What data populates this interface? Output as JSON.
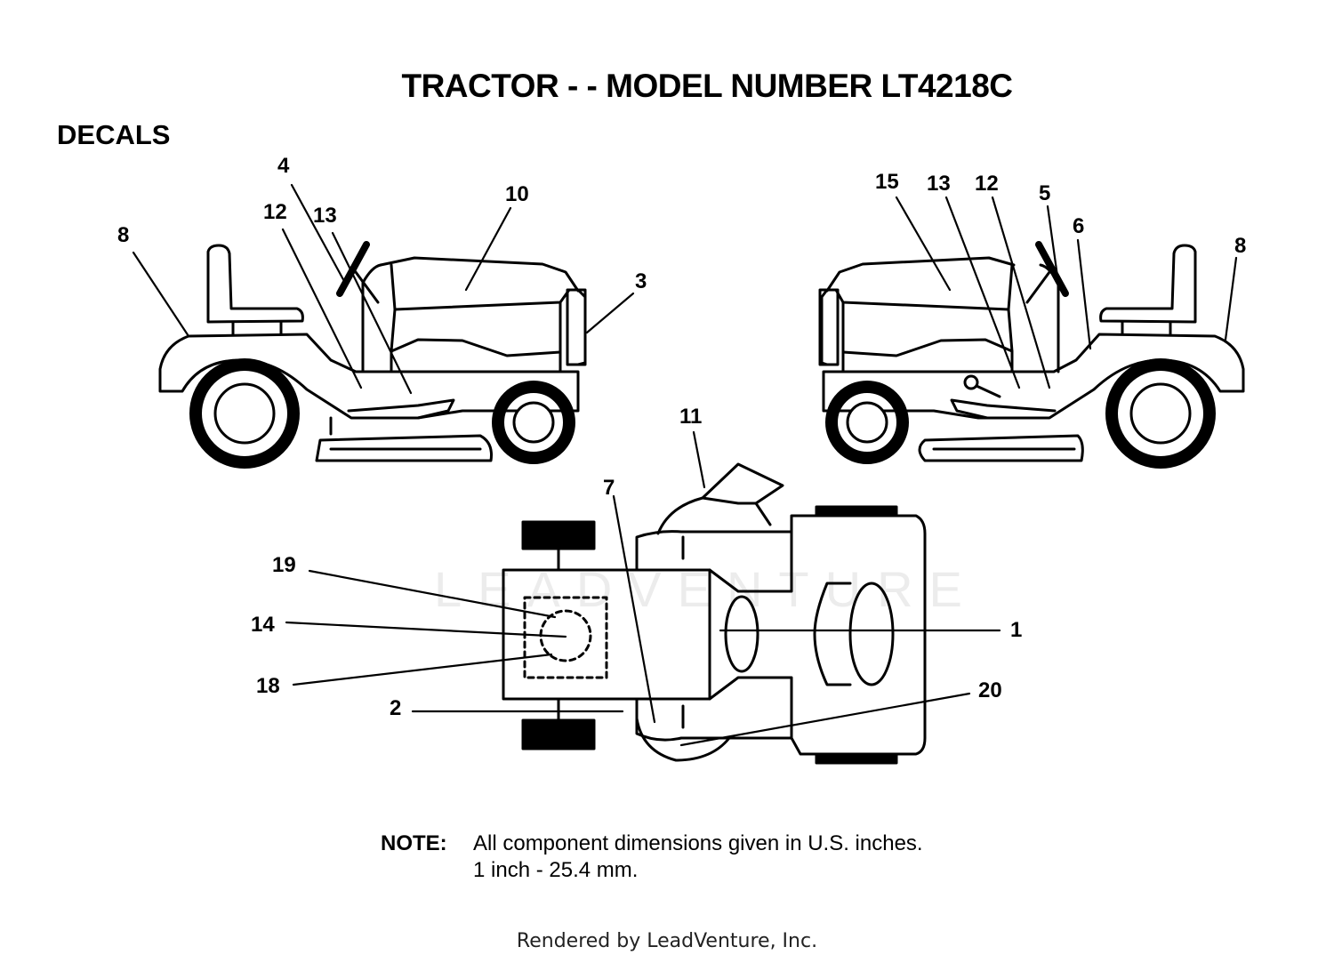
{
  "title": "TRACTOR - - MODEL NUMBER LT4218C",
  "section": "DECALS",
  "callouts": {
    "left": [
      "8",
      "12",
      "4",
      "13",
      "10",
      "3"
    ],
    "right": [
      "15",
      "13",
      "12",
      "5",
      "6",
      "8"
    ],
    "top": [
      "11",
      "7",
      "19",
      "14",
      "18",
      "2",
      "1",
      "20"
    ]
  },
  "note": {
    "label": "NOTE:",
    "line1": "All component dimensions given in U.S. inches.",
    "line2": "1 inch - 25.4 mm."
  },
  "watermark": "LEADVENTURE",
  "footer": "Rendered by LeadVenture, Inc."
}
